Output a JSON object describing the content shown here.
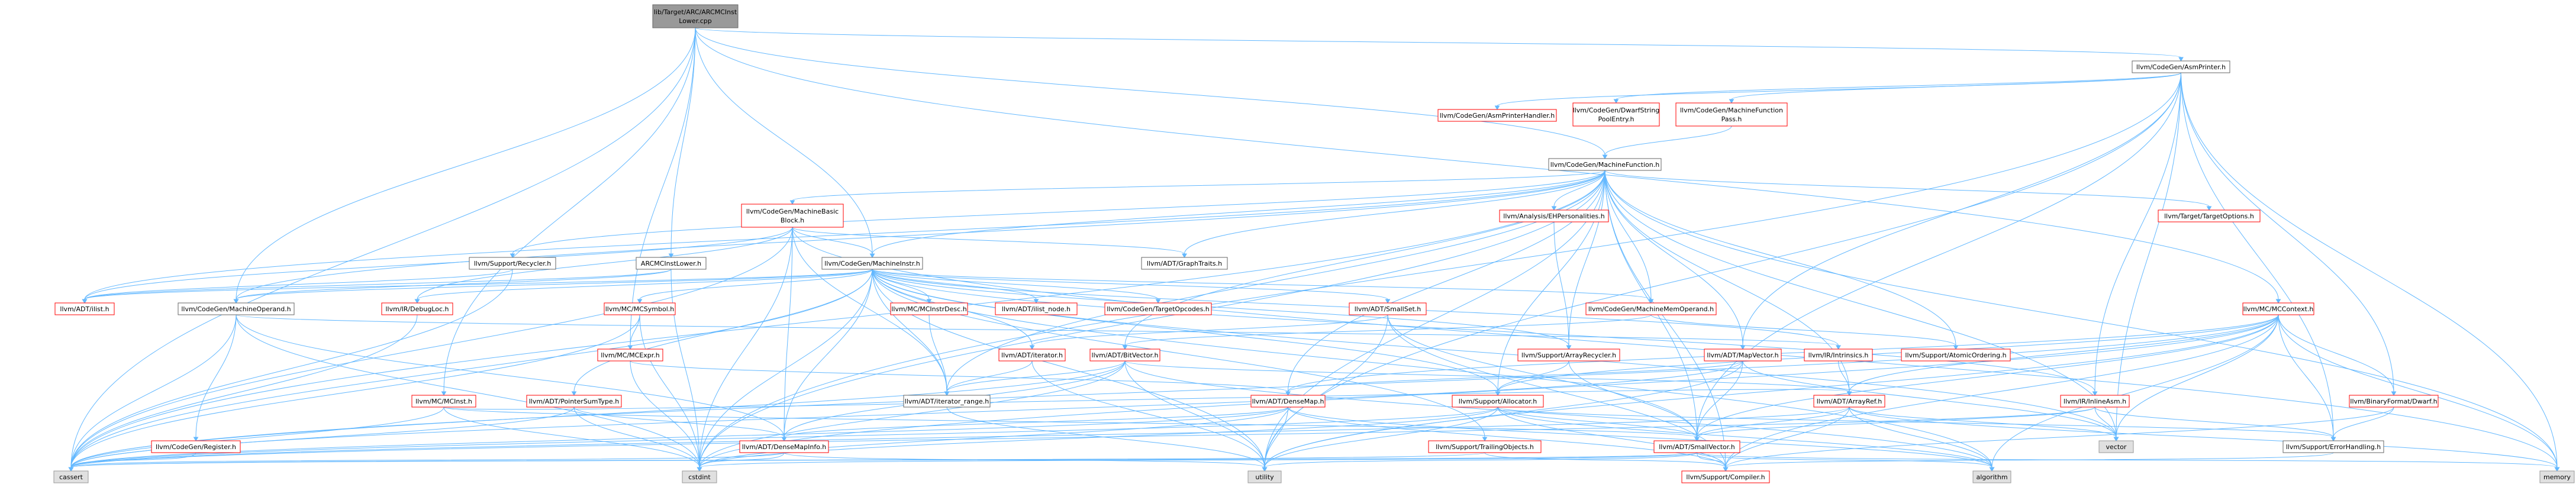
{
  "colors": {
    "edge": "#63b8ff",
    "root_fill": "#999999",
    "root_border": "#666666",
    "node_fill": "#ffffff",
    "node_border": "#ff0000",
    "leaf_fill": "#e0e0e0",
    "leaf_border": "#999999",
    "plain_border": "#666666",
    "text": "#000000",
    "red_text": "#ff0000"
  },
  "nodes": [
    {
      "id": "root",
      "label": [
        "lib/Target/ARC/ARCMCInst",
        "Lower.cpp"
      ],
      "kind": "root"
    },
    {
      "id": "asmprinter",
      "label": [
        "llvm/CodeGen/AsmPrinter.h"
      ],
      "kind": "plain"
    },
    {
      "id": "asmprinterhandler",
      "label": [
        "llvm/CodeGen/AsmPrinterHandler.h"
      ],
      "kind": "red"
    },
    {
      "id": "dwarfstring",
      "label": [
        "llvm/CodeGen/DwarfString",
        "PoolEntry.h"
      ],
      "kind": "red"
    },
    {
      "id": "mfpass",
      "label": [
        "llvm/CodeGen/MachineFunction",
        "Pass.h"
      ],
      "kind": "red"
    },
    {
      "id": "machinefunction",
      "label": [
        "llvm/CodeGen/MachineFunction.h"
      ],
      "kind": "plain"
    },
    {
      "id": "mbb",
      "label": [
        "llvm/CodeGen/MachineBasic",
        "Block.h"
      ],
      "kind": "red"
    },
    {
      "id": "ehpers",
      "label": [
        "llvm/Analysis/EHPersonalities.h"
      ],
      "kind": "red"
    },
    {
      "id": "targetoptions",
      "label": [
        "llvm/Target/TargetOptions.h"
      ],
      "kind": "red"
    },
    {
      "id": "recycler",
      "label": [
        "llvm/Support/Recycler.h"
      ],
      "kind": "plain"
    },
    {
      "id": "arcmcinstlower",
      "label": [
        "ARCMCInstLower.h"
      ],
      "kind": "plain"
    },
    {
      "id": "machineinstr",
      "label": [
        "llvm/CodeGen/MachineInstr.h"
      ],
      "kind": "plain"
    },
    {
      "id": "graphtraits",
      "label": [
        "llvm/ADT/GraphTraits.h"
      ],
      "kind": "plain"
    },
    {
      "id": "ilist",
      "label": [
        "llvm/ADT/ilist.h"
      ],
      "kind": "red"
    },
    {
      "id": "mo",
      "label": [
        "llvm/CodeGen/MachineOperand.h"
      ],
      "kind": "plain"
    },
    {
      "id": "debugloc",
      "label": [
        "llvm/IR/DebugLoc.h"
      ],
      "kind": "red"
    },
    {
      "id": "mcsymbol",
      "label": [
        "llvm/MC/MCSymbol.h"
      ],
      "kind": "red"
    },
    {
      "id": "mcinstrdesc",
      "label": [
        "llvm/MC/MCInstrDesc.h"
      ],
      "kind": "red"
    },
    {
      "id": "ilistnode",
      "label": [
        "llvm/ADT/ilist_node.h"
      ],
      "kind": "red"
    },
    {
      "id": "targetopcodes",
      "label": [
        "llvm/CodeGen/TargetOpcodes.h"
      ],
      "kind": "red"
    },
    {
      "id": "smallset",
      "label": [
        "llvm/ADT/SmallSet.h"
      ],
      "kind": "red"
    },
    {
      "id": "mmo",
      "label": [
        "llvm/CodeGen/MachineMemOperand.h"
      ],
      "kind": "red"
    },
    {
      "id": "mccontext",
      "label": [
        "llvm/MC/MCContext.h"
      ],
      "kind": "red"
    },
    {
      "id": "mcexpr",
      "label": [
        "llvm/MC/MCExpr.h"
      ],
      "kind": "red"
    },
    {
      "id": "iterator",
      "label": [
        "llvm/ADT/iterator.h"
      ],
      "kind": "red"
    },
    {
      "id": "bitvector",
      "label": [
        "llvm/ADT/BitVector.h"
      ],
      "kind": "red"
    },
    {
      "id": "arrayrecycler",
      "label": [
        "llvm/Support/ArrayRecycler.h"
      ],
      "kind": "red"
    },
    {
      "id": "mapvector",
      "label": [
        "llvm/ADT/MapVector.h"
      ],
      "kind": "red"
    },
    {
      "id": "intrinsics",
      "label": [
        "llvm/IR/Intrinsics.h"
      ],
      "kind": "red"
    },
    {
      "id": "atomicordering",
      "label": [
        "llvm/Support/AtomicOrdering.h"
      ],
      "kind": "red"
    },
    {
      "id": "mcinst",
      "label": [
        "llvm/MC/MCInst.h"
      ],
      "kind": "red"
    },
    {
      "id": "pointersumtype",
      "label": [
        "llvm/ADT/PointerSumType.h"
      ],
      "kind": "red"
    },
    {
      "id": "iteratorrange",
      "label": [
        "llvm/ADT/iterator_range.h"
      ],
      "kind": "plain"
    },
    {
      "id": "densemap",
      "label": [
        "llvm/ADT/DenseMap.h"
      ],
      "kind": "red"
    },
    {
      "id": "allocator",
      "label": [
        "llvm/Support/Allocator.h"
      ],
      "kind": "red"
    },
    {
      "id": "arrayref",
      "label": [
        "llvm/ADT/ArrayRef.h"
      ],
      "kind": "red"
    },
    {
      "id": "inlineasm",
      "label": [
        "llvm/IR/InlineAsm.h"
      ],
      "kind": "red"
    },
    {
      "id": "dwarf",
      "label": [
        "llvm/BinaryFormat/Dwarf.h"
      ],
      "kind": "red"
    },
    {
      "id": "register",
      "label": [
        "llvm/CodeGen/Register.h"
      ],
      "kind": "red"
    },
    {
      "id": "densemapinfo",
      "label": [
        "llvm/ADT/DenseMapInfo.h"
      ],
      "kind": "red"
    },
    {
      "id": "trailingobjects",
      "label": [
        "llvm/Support/TrailingObjects.h"
      ],
      "kind": "red"
    },
    {
      "id": "smallvector",
      "label": [
        "llvm/ADT/SmallVector.h"
      ],
      "kind": "red"
    },
    {
      "id": "vector",
      "label": [
        "vector"
      ],
      "kind": "leaf"
    },
    {
      "id": "errorhandling",
      "label": [
        "llvm/Support/ErrorHandling.h"
      ],
      "kind": "plain"
    },
    {
      "id": "cassert",
      "label": [
        "cassert"
      ],
      "kind": "leaf"
    },
    {
      "id": "cstdint",
      "label": [
        "cstdint"
      ],
      "kind": "leaf"
    },
    {
      "id": "utility",
      "label": [
        "utility"
      ],
      "kind": "leaf"
    },
    {
      "id": "compiler",
      "label": [
        "llvm/Support/Compiler.h"
      ],
      "kind": "red"
    },
    {
      "id": "algorithm",
      "label": [
        "algorithm"
      ],
      "kind": "leaf"
    },
    {
      "id": "memory",
      "label": [
        "memory"
      ],
      "kind": "leaf"
    }
  ],
  "edges": [
    [
      "root",
      "asmprinter"
    ],
    [
      "root",
      "machinefunction"
    ],
    [
      "root",
      "arcmcinstlower"
    ],
    [
      "root",
      "machineinstr"
    ],
    [
      "root",
      "mo"
    ],
    [
      "root",
      "mcinst"
    ],
    [
      "root",
      "mccontext"
    ],
    [
      "root",
      "mcexpr"
    ],
    [
      "root",
      "cassert"
    ],
    [
      "asmprinter",
      "asmprinterhandler"
    ],
    [
      "asmprinter",
      "dwarfstring"
    ],
    [
      "asmprinter",
      "mfpass"
    ],
    [
      "asmprinter",
      "dwarf"
    ],
    [
      "asmprinter",
      "errorhandling"
    ],
    [
      "asmprinter",
      "inlineasm"
    ],
    [
      "asmprinter",
      "smallvector"
    ],
    [
      "asmprinter",
      "mapvector"
    ],
    [
      "asmprinter",
      "cstdint"
    ],
    [
      "asmprinter",
      "memory"
    ],
    [
      "asmprinter",
      "utility"
    ],
    [
      "asmprinter",
      "vector"
    ],
    [
      "mfpass",
      "machinefunction"
    ],
    [
      "machinefunction",
      "mbb"
    ],
    [
      "machinefunction",
      "ehpers"
    ],
    [
      "machinefunction",
      "targetoptions"
    ],
    [
      "machinefunction",
      "recycler"
    ],
    [
      "machinefunction",
      "machineinstr"
    ],
    [
      "machinefunction",
      "graphtraits"
    ],
    [
      "machinefunction",
      "ilist"
    ],
    [
      "machinefunction",
      "mo"
    ],
    [
      "machinefunction",
      "mmo"
    ],
    [
      "machinefunction",
      "arrayrecycler"
    ],
    [
      "machinefunction",
      "mapvector"
    ],
    [
      "machinefunction",
      "densemap"
    ],
    [
      "machinefunction",
      "allocator"
    ],
    [
      "machinefunction",
      "arrayref"
    ],
    [
      "machinefunction",
      "smallvector"
    ],
    [
      "machinefunction",
      "bitvector"
    ],
    [
      "machinefunction",
      "atomicordering"
    ],
    [
      "machinefunction",
      "compiler"
    ],
    [
      "machinefunction",
      "cassert"
    ],
    [
      "machinefunction",
      "cstdint"
    ],
    [
      "machinefunction",
      "memory"
    ],
    [
      "machinefunction",
      "utility"
    ],
    [
      "machinefunction",
      "vector"
    ],
    [
      "machinefunction",
      "iteratorrange"
    ],
    [
      "mbb",
      "machineinstr"
    ],
    [
      "mbb",
      "graphtraits"
    ],
    [
      "mbb",
      "ilist"
    ],
    [
      "mbb",
      "debugloc"
    ],
    [
      "mbb",
      "iteratorrange"
    ],
    [
      "mbb",
      "densemapinfo"
    ],
    [
      "mbb",
      "cassert"
    ],
    [
      "mbb",
      "cstdint"
    ],
    [
      "mbb",
      "memory"
    ],
    [
      "ehpers",
      "arrayrecycler"
    ],
    [
      "recycler",
      "ilist"
    ],
    [
      "recycler",
      "cassert"
    ],
    [
      "arcmcinstlower",
      "mo"
    ],
    [
      "arcmcinstlower",
      "cstdint"
    ],
    [
      "arcmcinstlower",
      "ilist"
    ],
    [
      "machineinstr",
      "mo"
    ],
    [
      "machineinstr",
      "debugloc"
    ],
    [
      "machineinstr",
      "mcsymbol"
    ],
    [
      "machineinstr",
      "mcinstrdesc"
    ],
    [
      "machineinstr",
      "ilistnode"
    ],
    [
      "machineinstr",
      "targetopcodes"
    ],
    [
      "machineinstr",
      "smallset"
    ],
    [
      "machineinstr",
      "mmo"
    ],
    [
      "machineinstr",
      "pointersumtype"
    ],
    [
      "machineinstr",
      "iterator"
    ],
    [
      "machineinstr",
      "iteratorrange"
    ],
    [
      "machineinstr",
      "densemapinfo"
    ],
    [
      "machineinstr",
      "arrayrecycler"
    ],
    [
      "machineinstr",
      "intrinsics"
    ],
    [
      "machineinstr",
      "inlineasm"
    ],
    [
      "machineinstr",
      "allocator"
    ],
    [
      "machineinstr",
      "trailingobjects"
    ],
    [
      "machineinstr",
      "cassert"
    ],
    [
      "machineinstr",
      "cstdint"
    ],
    [
      "machineinstr",
      "utility"
    ],
    [
      "machineinstr",
      "vector"
    ],
    [
      "machineinstr",
      "algorithm"
    ],
    [
      "machineinstr",
      "ilist"
    ],
    [
      "mo",
      "register"
    ],
    [
      "mo",
      "densemapinfo"
    ],
    [
      "mo",
      "intrinsics"
    ],
    [
      "mo",
      "cassert"
    ],
    [
      "mo",
      "cstdint"
    ],
    [
      "debugloc",
      "cassert"
    ],
    [
      "mcsymbol",
      "mcexpr"
    ],
    [
      "mcsymbol",
      "cstdint"
    ],
    [
      "mcsymbol",
      "cassert"
    ],
    [
      "mcinstrdesc",
      "iteratorrange"
    ],
    [
      "smallset",
      "smallvector"
    ],
    [
      "smallset",
      "iterator"
    ],
    [
      "smallset",
      "utility"
    ],
    [
      "smallset",
      "compiler"
    ],
    [
      "mmo",
      "atomicordering"
    ],
    [
      "mmo",
      "bitvector"
    ],
    [
      "mccontext",
      "dwarf"
    ],
    [
      "mccontext",
      "allocator"
    ],
    [
      "mccontext",
      "smallvector"
    ],
    [
      "mccontext",
      "densemap"
    ],
    [
      "mccontext",
      "arrayref"
    ],
    [
      "mccontext",
      "cstdint"
    ],
    [
      "mccontext",
      "memory"
    ],
    [
      "mccontext",
      "utility"
    ],
    [
      "mccontext",
      "vector"
    ],
    [
      "mccontext",
      "algorithm"
    ],
    [
      "mccontext",
      "compiler"
    ],
    [
      "mccontext",
      "errorhandling"
    ],
    [
      "mccontext",
      "cassert"
    ],
    [
      "mcexpr",
      "densemap"
    ],
    [
      "mcexpr",
      "cstdint"
    ],
    [
      "iterator",
      "iteratorrange"
    ],
    [
      "iterator",
      "utility"
    ],
    [
      "bitvector",
      "arrayref"
    ],
    [
      "bitvector",
      "densemapinfo"
    ],
    [
      "bitvector",
      "iteratorrange"
    ],
    [
      "bitvector",
      "cassert"
    ],
    [
      "bitvector",
      "cstdint"
    ],
    [
      "bitvector",
      "utility"
    ],
    [
      "bitvector",
      "algorithm"
    ],
    [
      "arrayrecycler",
      "allocator"
    ],
    [
      "arrayrecycler",
      "smallvector"
    ],
    [
      "mapvector",
      "densemap"
    ],
    [
      "mapvector",
      "smallvector"
    ],
    [
      "mapvector",
      "vector"
    ],
    [
      "mapvector",
      "cassert"
    ],
    [
      "mapvector",
      "utility"
    ],
    [
      "intrinsics",
      "arrayref"
    ],
    [
      "mcinst",
      "arrayref"
    ],
    [
      "mcinst",
      "smallvector"
    ],
    [
      "mcinst",
      "cassert"
    ],
    [
      "mcinst",
      "cstdint"
    ],
    [
      "pointersumtype",
      "densemapinfo"
    ],
    [
      "pointersumtype",
      "cassert"
    ],
    [
      "pointersumtype",
      "cstdint"
    ],
    [
      "iteratorrange",
      "utility"
    ],
    [
      "densemap",
      "densemapinfo"
    ],
    [
      "densemap",
      "compiler"
    ],
    [
      "densemap",
      "cassert"
    ],
    [
      "densemap",
      "cstdint"
    ],
    [
      "densemap",
      "utility"
    ],
    [
      "densemap",
      "algorithm"
    ],
    [
      "allocator",
      "compiler"
    ],
    [
      "allocator",
      "errorhandling"
    ],
    [
      "allocator",
      "smallvector"
    ],
    [
      "allocator",
      "cassert"
    ],
    [
      "allocator",
      "cstdint"
    ],
    [
      "allocator",
      "utility"
    ],
    [
      "allocator",
      "algorithm"
    ],
    [
      "arrayref",
      "smallvector"
    ],
    [
      "arrayref",
      "compiler"
    ],
    [
      "arrayref",
      "vector"
    ],
    [
      "arrayref",
      "memory"
    ],
    [
      "arrayref",
      "cassert"
    ],
    [
      "arrayref",
      "algorithm"
    ],
    [
      "inlineasm",
      "smallvector"
    ],
    [
      "inlineasm",
      "errorhandling"
    ],
    [
      "inlineasm",
      "cassert"
    ],
    [
      "inlineasm",
      "vector"
    ],
    [
      "dwarf",
      "errorhandling"
    ],
    [
      "dwarf",
      "compiler"
    ],
    [
      "register",
      "cassert"
    ],
    [
      "densemapinfo",
      "cassert"
    ],
    [
      "densemapinfo",
      "cstdint"
    ],
    [
      "densemapinfo",
      "utility"
    ],
    [
      "trailingobjects",
      "compiler"
    ],
    [
      "trailingobjects",
      "cassert"
    ],
    [
      "smallvector",
      "compiler"
    ],
    [
      "smallvector",
      "cassert"
    ],
    [
      "smallvector",
      "cstdint"
    ],
    [
      "smallvector",
      "memory"
    ],
    [
      "smallvector",
      "utility"
    ],
    [
      "smallvector",
      "algorithm"
    ],
    [
      "errorhandling",
      "compiler"
    ]
  ]
}
